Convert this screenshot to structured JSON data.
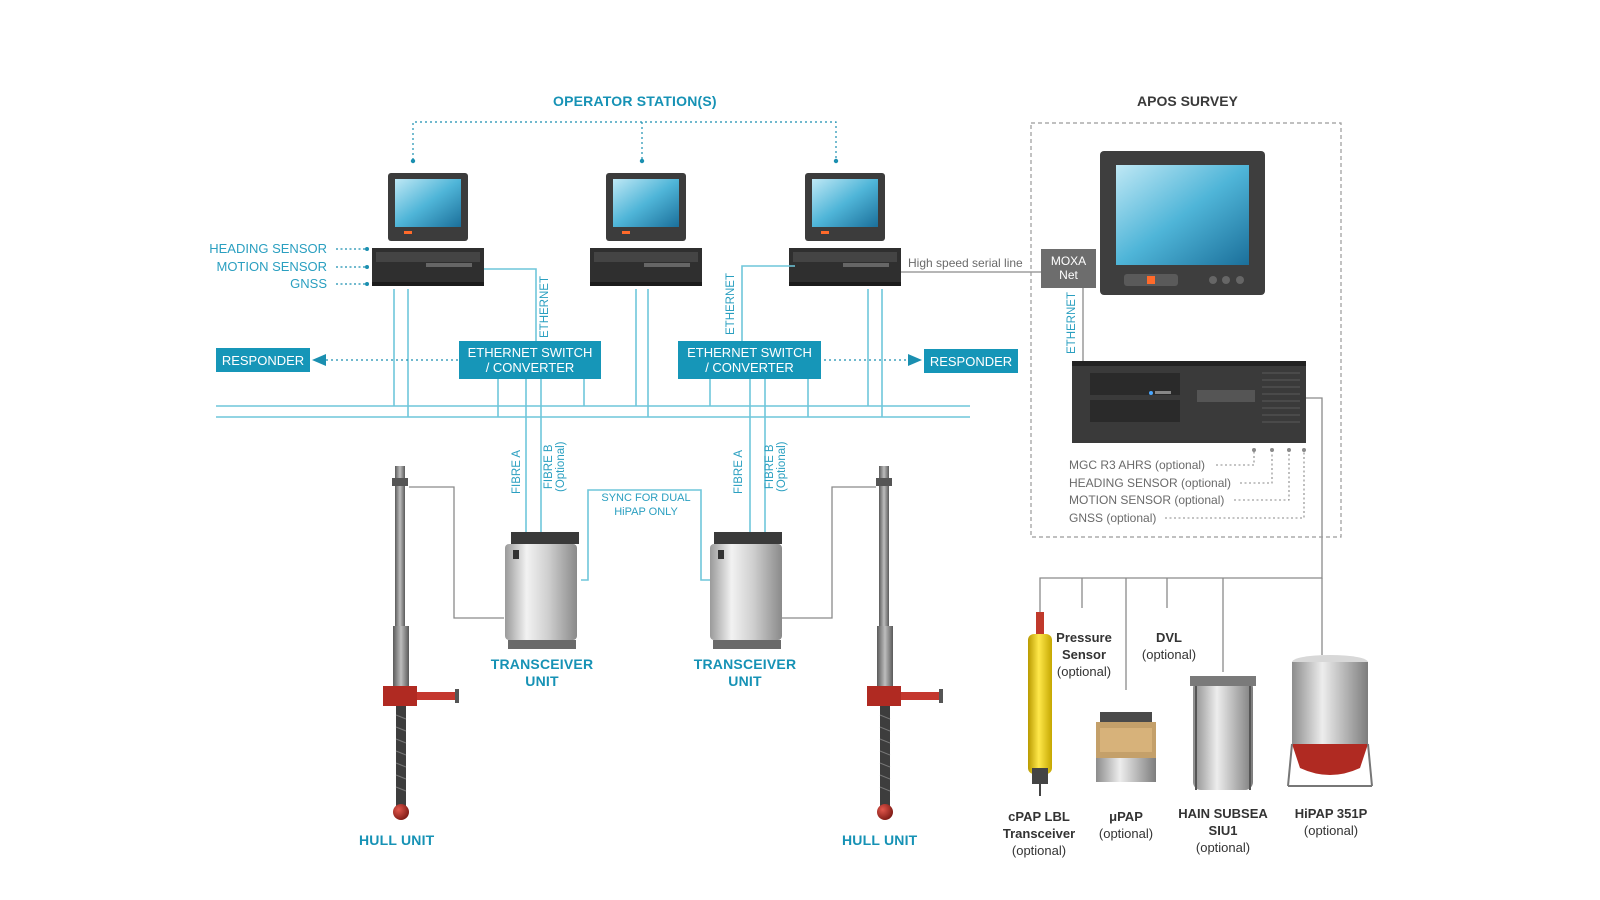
{
  "titles": {
    "operator_stations": "OPERATOR STATION(S)",
    "apos_survey": "APOS SURVEY"
  },
  "left_sensors": [
    "HEADING SENSOR",
    "MOTION SENSOR",
    "GNSS"
  ],
  "switches": [
    {
      "line1": "ETHERNET SWITCH",
      "line2": "/ CONVERTER"
    },
    {
      "line1": "ETHERNET SWITCH",
      "line2": "/ CONVERTER"
    }
  ],
  "responder": "RESPONDER",
  "ethernet": "ETHERNET",
  "fibre_a": "FIBRE A",
  "fibre_b": {
    "line1": "FIBRE B",
    "line2": "(Optional)"
  },
  "sync": {
    "line1": "SYNC FOR DUAL",
    "line2": "HiPAP ONLY"
  },
  "transceiver": {
    "line1": "TRANSCEIVER",
    "line2": "UNIT"
  },
  "hull_unit": "HULL UNIT",
  "serial_line": "High speed serial line",
  "moxa": {
    "line1": "MOXA",
    "line2": "Net"
  },
  "apos_sensors": [
    "MGC R3 AHRS (optional)",
    "HEADING SENSOR (optional)",
    "MOTION SENSOR (optional)",
    "GNSS (optional)"
  ],
  "pressure": {
    "line1": "Pressure",
    "line2": "Sensor",
    "line3": "(optional)"
  },
  "dvl": {
    "line1": "DVL",
    "line2": "(optional)"
  },
  "subsea": {
    "cpap": {
      "line1": "cPAP LBL",
      "line2": "Transceiver",
      "line3": "(optional)"
    },
    "upap": {
      "line1": "μPAP",
      "line2": "(optional)"
    },
    "hain": {
      "line1": "HAIN SUBSEA",
      "line2": "SIU1",
      "line3": "(optional)"
    },
    "hipap": {
      "line1": "HiPAP 351P",
      "line2": "(optional)"
    }
  },
  "colors": {
    "teal": "#1696b8",
    "line": "#6fc6da",
    "dark_line": "#8a8a8a",
    "hull_red": "#b02a22",
    "cpap_yellow": "#f2d21a"
  }
}
